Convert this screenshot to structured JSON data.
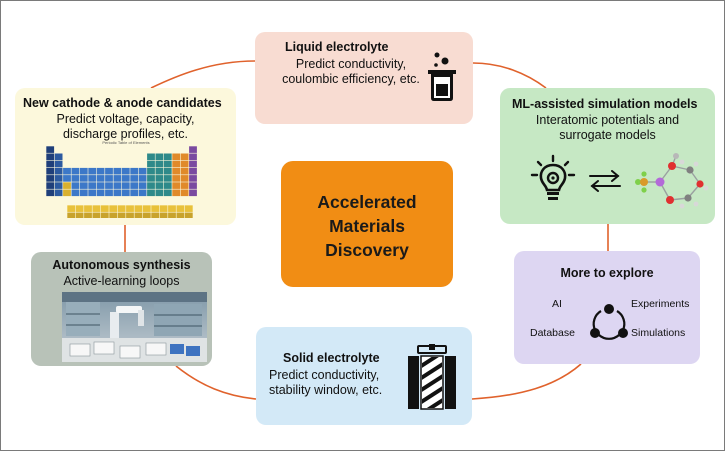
{
  "diagram": {
    "center": {
      "lines": [
        "Accelerated",
        "Materials",
        "Discovery"
      ]
    },
    "liquid_electrolyte": {
      "title": "Liquid electrolyte",
      "lines": [
        "Predict conductivity,",
        "coulombic efficiency, etc."
      ],
      "icon": "beaker-icon"
    },
    "cathode_anode": {
      "title": "New cathode & anode candidates",
      "lines": [
        "Predict voltage, capacity,",
        "discharge profiles, etc."
      ],
      "image": "periodic-table-image",
      "image_caption": "Periodic Table of Elements"
    },
    "ml_simulation": {
      "title": "ML-assisted simulation models",
      "lines": [
        "Interatomic potentials and",
        "surrogate models"
      ],
      "icons": [
        "lightbulb-gear-icon",
        "exchange-arrows-icon",
        "molecule-icon"
      ]
    },
    "autonomous_synthesis": {
      "title": "Autonomous synthesis",
      "lines": [
        "Active-learning loops"
      ],
      "image": "lab-robot-photo"
    },
    "more_to_explore": {
      "title": "More to explore",
      "labels": {
        "ai": "AI",
        "experiments": "Experiments",
        "database": "Database",
        "simulations": "Simulations"
      },
      "icon": "cycle-nodes-icon"
    },
    "solid_electrolyte": {
      "title": "Solid electrolyte",
      "lines": [
        "Predict conductivity,",
        "stability window, etc."
      ],
      "icon": "battery-cell-icon"
    },
    "colors": {
      "connector": "#e0622c",
      "center": "#f18d14",
      "liquid": "#f8dcd2",
      "cathode": "#fcf8dc",
      "ml": "#c6e8c4",
      "autonomous": "#b8c2b8",
      "more": "#ddd6f2",
      "solid": "#d3e9f7"
    }
  }
}
